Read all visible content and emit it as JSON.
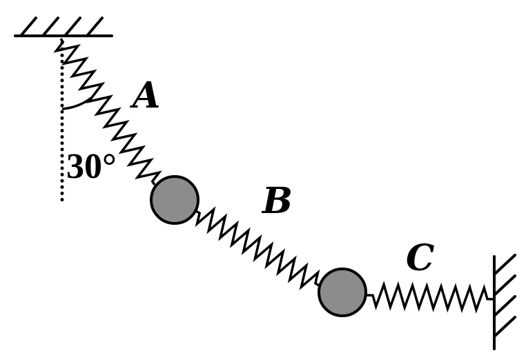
{
  "labels": {
    "spring_a": "A",
    "spring_b": "B",
    "spring_c": "C",
    "angle": "30°"
  },
  "colors": {
    "ink": "#000000",
    "ball_fill": "#8c8c8c",
    "background": "#ffffff"
  }
}
